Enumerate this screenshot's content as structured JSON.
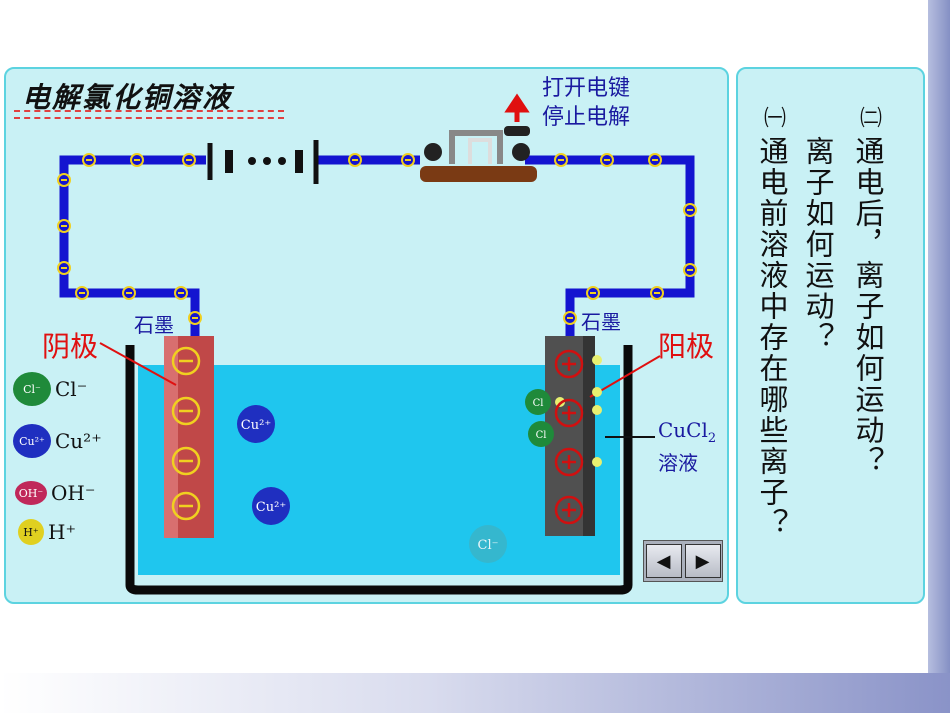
{
  "title": "电解氯化铜溶液",
  "switch_label": [
    "打开电键",
    "停止电解"
  ],
  "cathode": {
    "label": "阴极",
    "material": "石墨"
  },
  "anode": {
    "label": "阳极",
    "material": "石墨"
  },
  "solution_label": {
    "formula": "CuCl",
    "subscript": "2",
    "name": "溶液"
  },
  "legend": [
    {
      "ball": "Cl⁻",
      "text": "Cl⁻",
      "color": "#1f8a3a"
    },
    {
      "ball": "Cu²⁺",
      "text": "Cu²⁺",
      "color": "#1f2fc0"
    },
    {
      "ball": "OH⁻",
      "text": "OH⁻",
      "color": "#c0285a"
    },
    {
      "ball": "H⁺",
      "text": "H⁺",
      "color": "#e0d020"
    }
  ],
  "ions_in_solution": [
    "Cu²⁺",
    "Cu²⁺",
    "Cl⁻",
    "Cl",
    "Cl"
  ],
  "wire_charge_symbol": "⊖",
  "electrode_symbols": {
    "cathode": "⊖",
    "anode": "⊕"
  },
  "questions": {
    "q1_marker": "㈠",
    "q1_text": "通电前溶液中存在哪些离子？",
    "q2_marker": "㈡",
    "q2_text": "通电后，离子如何运动？",
    "q1_cont": "离子如何运动？"
  },
  "nav": {
    "prev": "◀",
    "next": "▶"
  },
  "colors": {
    "wire": "#1414d0",
    "electron": "#f0d020",
    "solution": "#1fc6ee",
    "cathode": "#c04848",
    "anode": "#505050"
  }
}
